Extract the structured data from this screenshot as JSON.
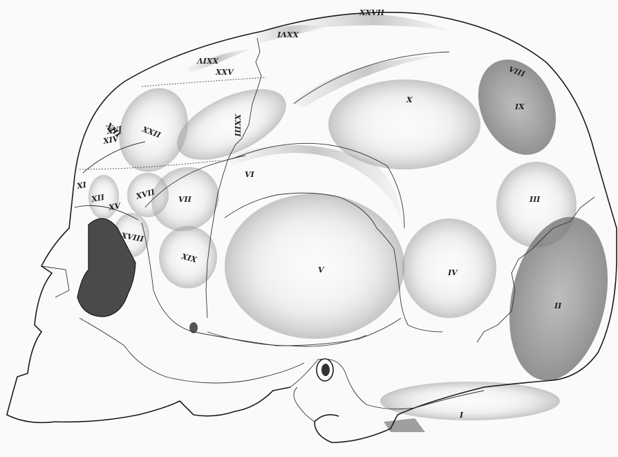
{
  "regions": [
    {
      "id": "I",
      "label": "I"
    },
    {
      "id": "II",
      "label": "II"
    },
    {
      "id": "III",
      "label": "III"
    },
    {
      "id": "IV",
      "label": "IV"
    },
    {
      "id": "V",
      "label": "V"
    },
    {
      "id": "VI",
      "label": "VI"
    },
    {
      "id": "VII",
      "label": "VII"
    },
    {
      "id": "VIII",
      "label": "VIII"
    },
    {
      "id": "IX",
      "label": "IX"
    },
    {
      "id": "X",
      "label": "X"
    },
    {
      "id": "XI",
      "label": "XI"
    },
    {
      "id": "XII",
      "label": "XII"
    },
    {
      "id": "XIII",
      "label": "XIII"
    },
    {
      "id": "XIV",
      "label": "XIV"
    },
    {
      "id": "XV",
      "label": "XV"
    },
    {
      "id": "XVI",
      "label": "XVI"
    },
    {
      "id": "XVII",
      "label": "XVII"
    },
    {
      "id": "XVIII",
      "label": "XVIII"
    },
    {
      "id": "XIX",
      "label": "XIX"
    },
    {
      "id": "XXII",
      "label": "XXII"
    },
    {
      "id": "XXIII",
      "label": "XXIII"
    },
    {
      "id": "XXIV",
      "label": "XXIV"
    },
    {
      "id": "XXV",
      "label": "XXV"
    },
    {
      "id": "XXVI",
      "label": "XXVI"
    },
    {
      "id": "XXVII",
      "label": "XXVII"
    }
  ],
  "colors": {
    "ink": "#1a1a1a",
    "shade": "#b9b9b9",
    "orbit": "#4a4a4a",
    "paper": "#fbfaf8"
  }
}
